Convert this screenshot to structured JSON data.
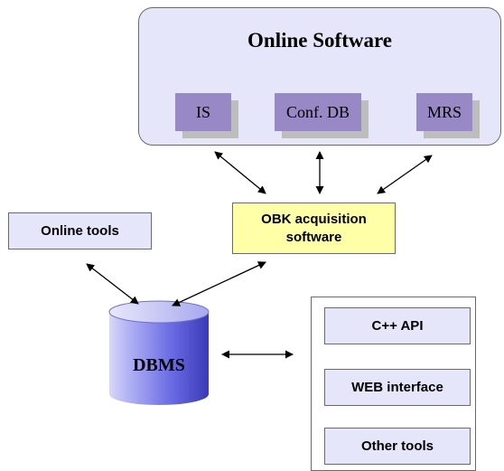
{
  "online_software": {
    "title": "Online Software",
    "components": [
      "IS",
      "Conf. DB",
      "MRS"
    ]
  },
  "online_tools": "Online tools",
  "obk": {
    "line1": "OBK acquisition",
    "line2": "software"
  },
  "dbms": "DBMS",
  "tools": [
    "C++ API",
    "WEB interface",
    "Other tools"
  ],
  "colors": {
    "panel_fill": "#e6e6fa",
    "component_fill": "#9988c6",
    "obk_fill": "#ffffa8",
    "dbms_fill": "#6e6ee6"
  }
}
